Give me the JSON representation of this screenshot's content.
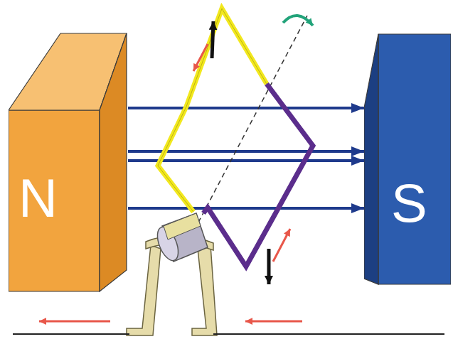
{
  "diagram": {
    "nodes": [
      {
        "text": [
          "N"
        ]
      },
      {
        "text": [
          "S"
        ]
      }
    ],
    "edges": [
      {
        "from": 0,
        "to": 1,
        "arrow": "to"
      },
      {
        "from": 0,
        "to": 1,
        "arrow": "to"
      },
      {
        "from": 0,
        "to": 1,
        "arrow": "to"
      },
      {
        "from": 0,
        "to": 1,
        "arrow": "to"
      }
    ]
  }
}
